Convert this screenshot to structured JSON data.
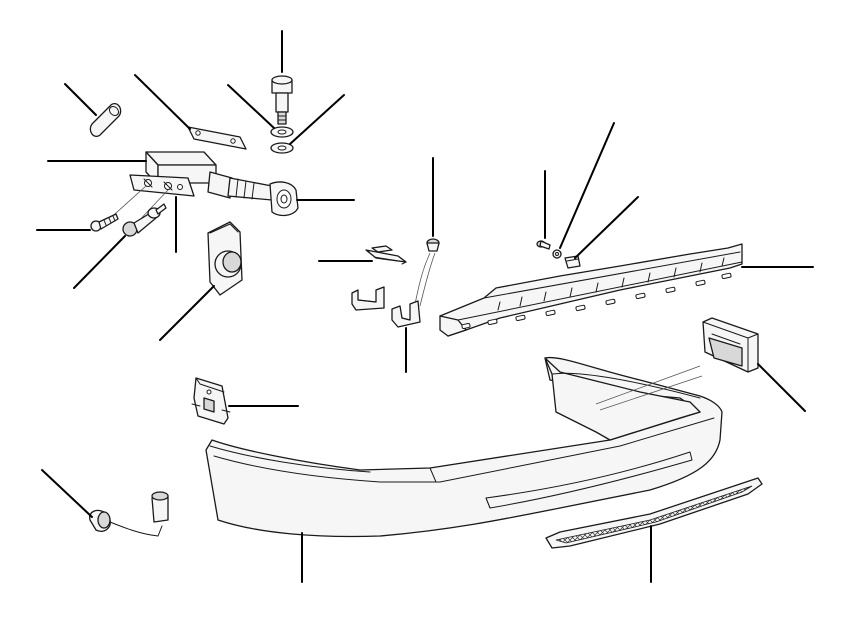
{
  "diagram": {
    "parts": [
      "pin",
      "shim-plate",
      "shoulder-bolt",
      "washer-upper",
      "washer-lower",
      "hinge-bracket",
      "energy-absorber-strut",
      "small-screw",
      "stud-bolt",
      "mounting-pad",
      "spring-clip",
      "wire-clip-bracket",
      "snap-fastener",
      "bolt-right",
      "washer-right",
      "clip-nut",
      "reinforcement-beam",
      "end-bracket",
      "side-bracket",
      "bumper-cover",
      "grille-insert",
      "sensor-connector"
    ],
    "leader_count": 22
  }
}
